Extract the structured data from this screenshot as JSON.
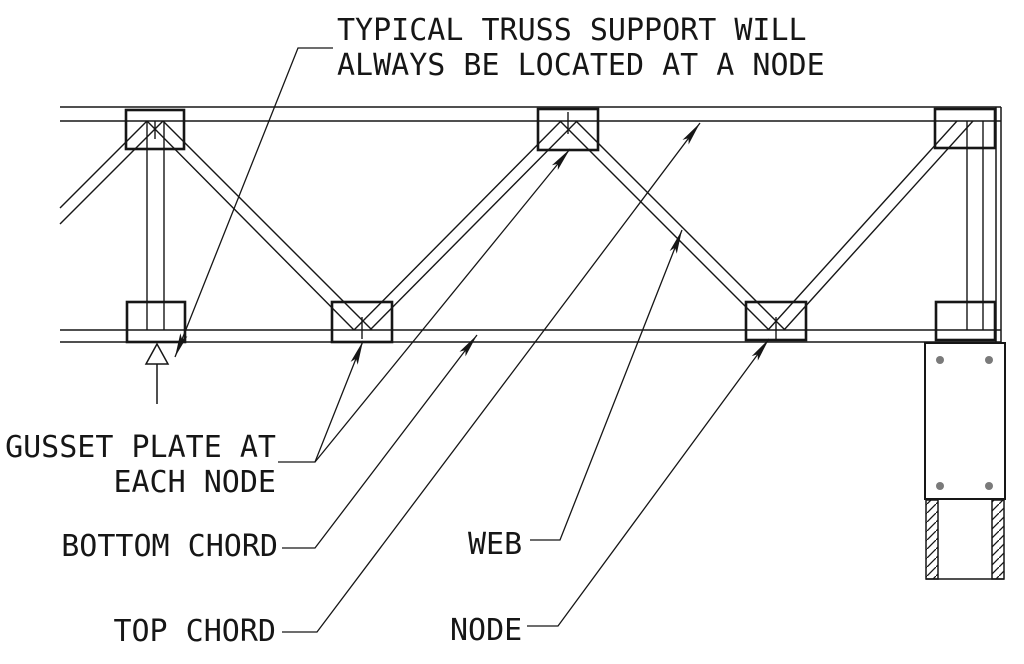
{
  "drawing": {
    "title_line1": "TYPICAL TRUSS SUPPORT WILL",
    "title_line2": "ALWAYS BE LOCATED AT A NODE",
    "labels": {
      "gusset_line1": "GUSSET PLATE AT",
      "gusset_line2": "EACH NODE",
      "bottom_chord": "BOTTOM CHORD",
      "top_chord": "TOP CHORD",
      "web": "WEB",
      "node": "NODE"
    },
    "colors": {
      "line": "#161616",
      "background": "#ffffff",
      "bolt": "#7a7a7a"
    }
  }
}
